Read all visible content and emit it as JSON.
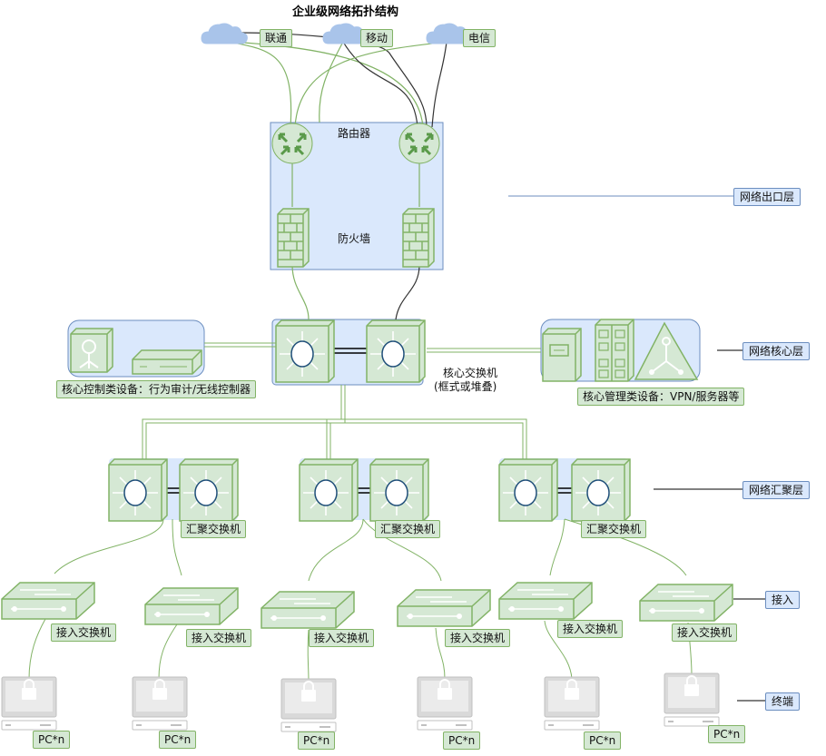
{
  "title": "企业级网络拓扑结构",
  "isps": [
    "联通",
    "移动",
    "电信"
  ],
  "labels": {
    "router": "路由器",
    "firewall": "防火墙",
    "core_switch": "核心交换机",
    "core_switch_note": "(框式或堆叠)",
    "core_control": "核心控制类设备：行为审计/无线控制器",
    "core_mgmt": "核心管理类设备：VPN/服务器等",
    "agg_switch": "汇聚交换机",
    "access_switch": "接入交换机",
    "pc": "PC*n"
  },
  "layers": {
    "egress": "网络出口层",
    "core": "网络核心层",
    "aggregation": "网络汇聚层",
    "access": "接入",
    "terminal": "终端"
  },
  "colors": {
    "green_fill": "#d5e8d4",
    "green_stroke": "#82b366",
    "blue_fill": "#dae8fc",
    "blue_stroke": "#6c8ebf",
    "line_dark": "#333333",
    "terminal_gray": "#d9d9d9"
  }
}
